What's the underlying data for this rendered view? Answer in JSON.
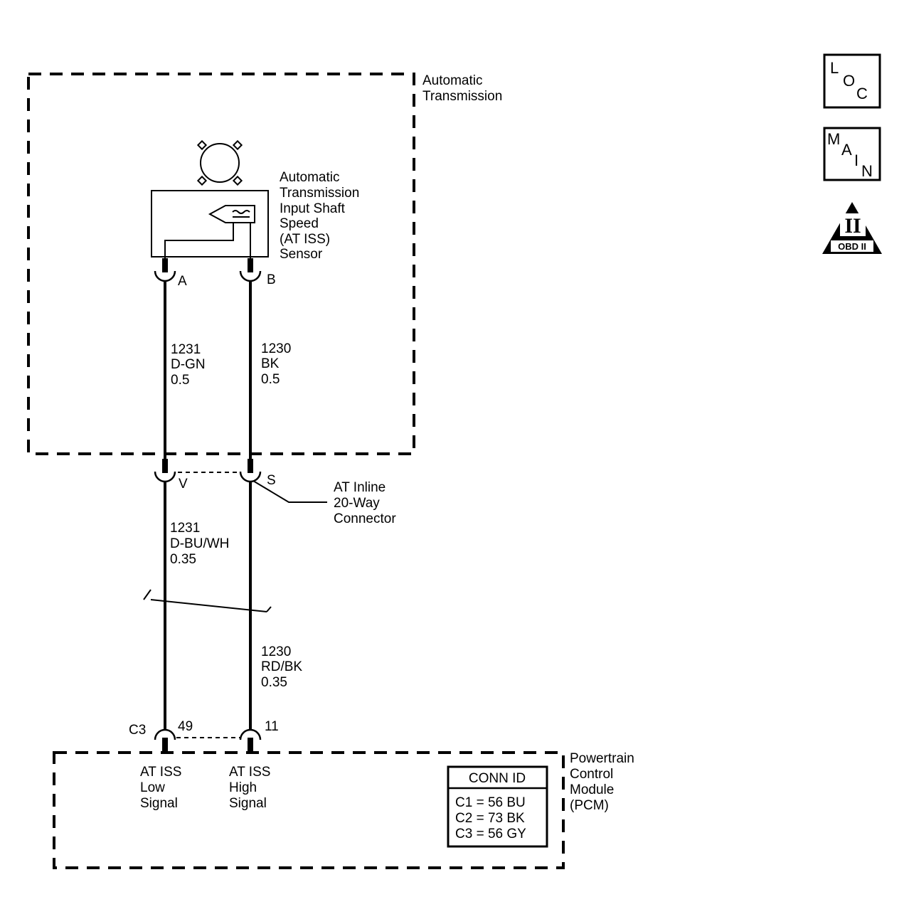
{
  "modules": {
    "transmission": [
      "Automatic",
      "Transmission"
    ],
    "pcm": [
      "Powertrain",
      "Control",
      "Module",
      "(PCM)"
    ]
  },
  "sensor": {
    "lines": [
      "Automatic",
      "Transmission",
      "Input Shaft",
      "Speed",
      "(AT ISS)",
      "Sensor"
    ],
    "pin_a": "A",
    "pin_b": "B"
  },
  "wires": {
    "upper_left": [
      "1231",
      "D-GN",
      "0.5"
    ],
    "upper_right": [
      "1230",
      "BK",
      "0.5"
    ],
    "mid_left": [
      "1231",
      "D-BU/WH",
      "0.35"
    ],
    "lower_right": [
      "1230",
      "RD/BK",
      "0.35"
    ]
  },
  "inline_connector": {
    "pin_v": "V",
    "pin_s": "S",
    "label": [
      "AT Inline",
      "20-Way",
      "Connector"
    ]
  },
  "pcm_connector": {
    "conn": "C3",
    "pin_left": "49",
    "pin_right": "11",
    "signal_left": [
      "AT ISS",
      "Low",
      "Signal"
    ],
    "signal_right": [
      "AT ISS",
      "High",
      "Signal"
    ]
  },
  "conn_id": {
    "title": "CONN ID",
    "rows": [
      "C1 = 56 BU",
      "C2 = 73 BK",
      "C3 = 56 GY"
    ]
  },
  "icons": {
    "loc": [
      "L",
      "O",
      "C"
    ],
    "main": [
      "M",
      "A",
      "I",
      "N"
    ],
    "obd": {
      "numeral": "II",
      "label": "OBD II"
    }
  }
}
